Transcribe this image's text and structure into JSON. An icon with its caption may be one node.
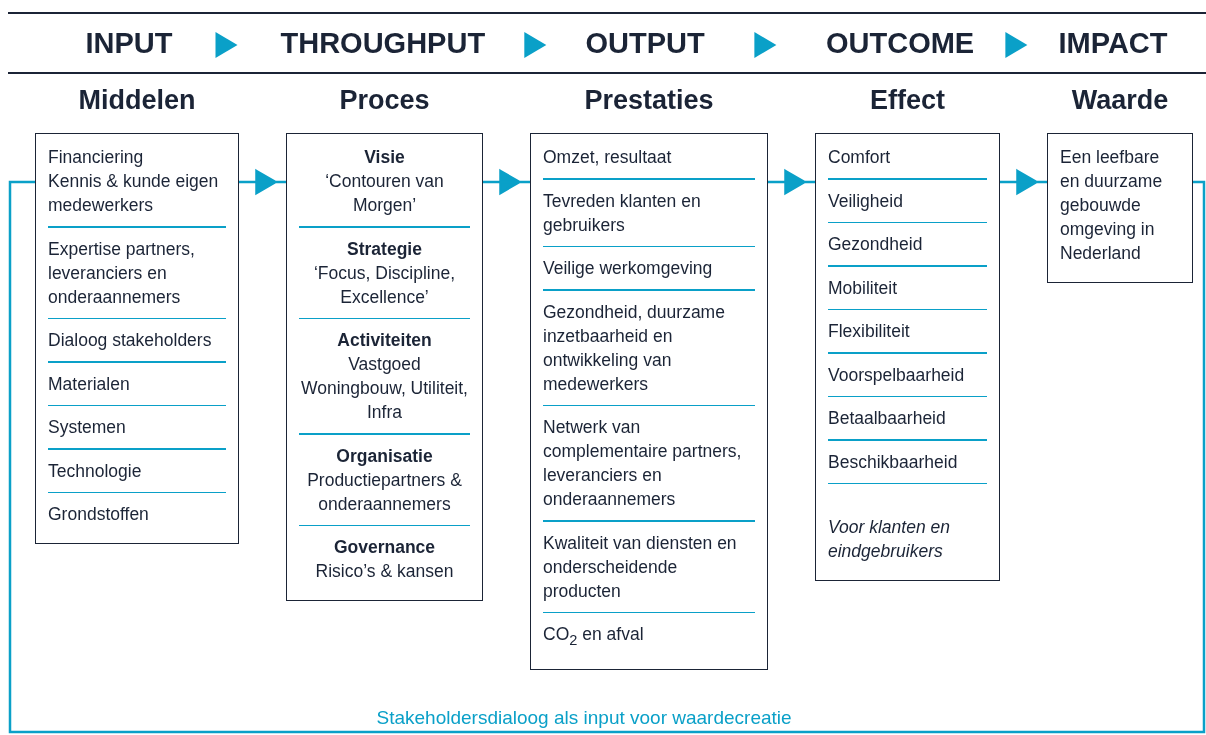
{
  "diagram": {
    "nodes": [
      {
        "text": [
          "Middelen",
          "Financiering",
          "Kennis & kunde eigen medewerkers",
          "Expertise partners, leveranciers en onderaannemers",
          "Dialoog stakeholders",
          "Materialen",
          "Systemen",
          "Technologie",
          "Grondstoffen"
        ]
      },
      {
        "text": [
          "Proces",
          "**Visie** ‘Contouren van Morgen’",
          "**Strategie** ‘Focus, Discipline, Excellence’",
          "**Activiteiten** Vastgoed Woningbouw, Utiliteit, Infra",
          "**Organisatie** Productiepartners & onderaannemers",
          "**Governance** Risico’s & kansen"
        ]
      },
      {
        "text": [
          "Prestaties",
          "Omzet, resultaat",
          "Tevreden klanten en gebruikers",
          "Veilige werkomgeving",
          "Gezondheid, duurzame inzetbaarheid en ontwikkeling van medewerkers",
          "Netwerk van complementaire partners, leveranciers en onderaannemers",
          "Kwaliteit van diensten en onderscheidende producten",
          "CO$_{2}$ en afval"
        ]
      },
      {
        "text": [
          "Effect",
          "Comfort",
          "Veiligheid",
          "Gezondheid",
          "Mobiliteit",
          "Flexibiliteit",
          "Voorspelbaarheid",
          "Betaalbaarheid",
          "Beschikbaarheid",
          "Voor klanten en eindgebruikers"
        ]
      },
      {
        "text": [
          "Waarde",
          "Een leefbare en duurzame gebouwde omgeving in Nederland"
        ]
      }
    ],
    "edges": [
      {
        "from": 0,
        "to": 1,
        "arrow": "to"
      },
      {
        "from": 1,
        "to": 2,
        "arrow": "to"
      },
      {
        "from": 2,
        "to": 3,
        "arrow": "to"
      },
      {
        "from": 3,
        "to": 4,
        "arrow": "to"
      },
      {
        "from": 4,
        "to": 0,
        "arrow": "none",
        "label": "Stakeholdersdialoog als input voor waardecreatie"
      }
    ],
    "labels": [
      "INPUT",
      "THROUGHPUT",
      "OUTPUT",
      "OUTCOME",
      "IMPACT"
    ]
  }
}
